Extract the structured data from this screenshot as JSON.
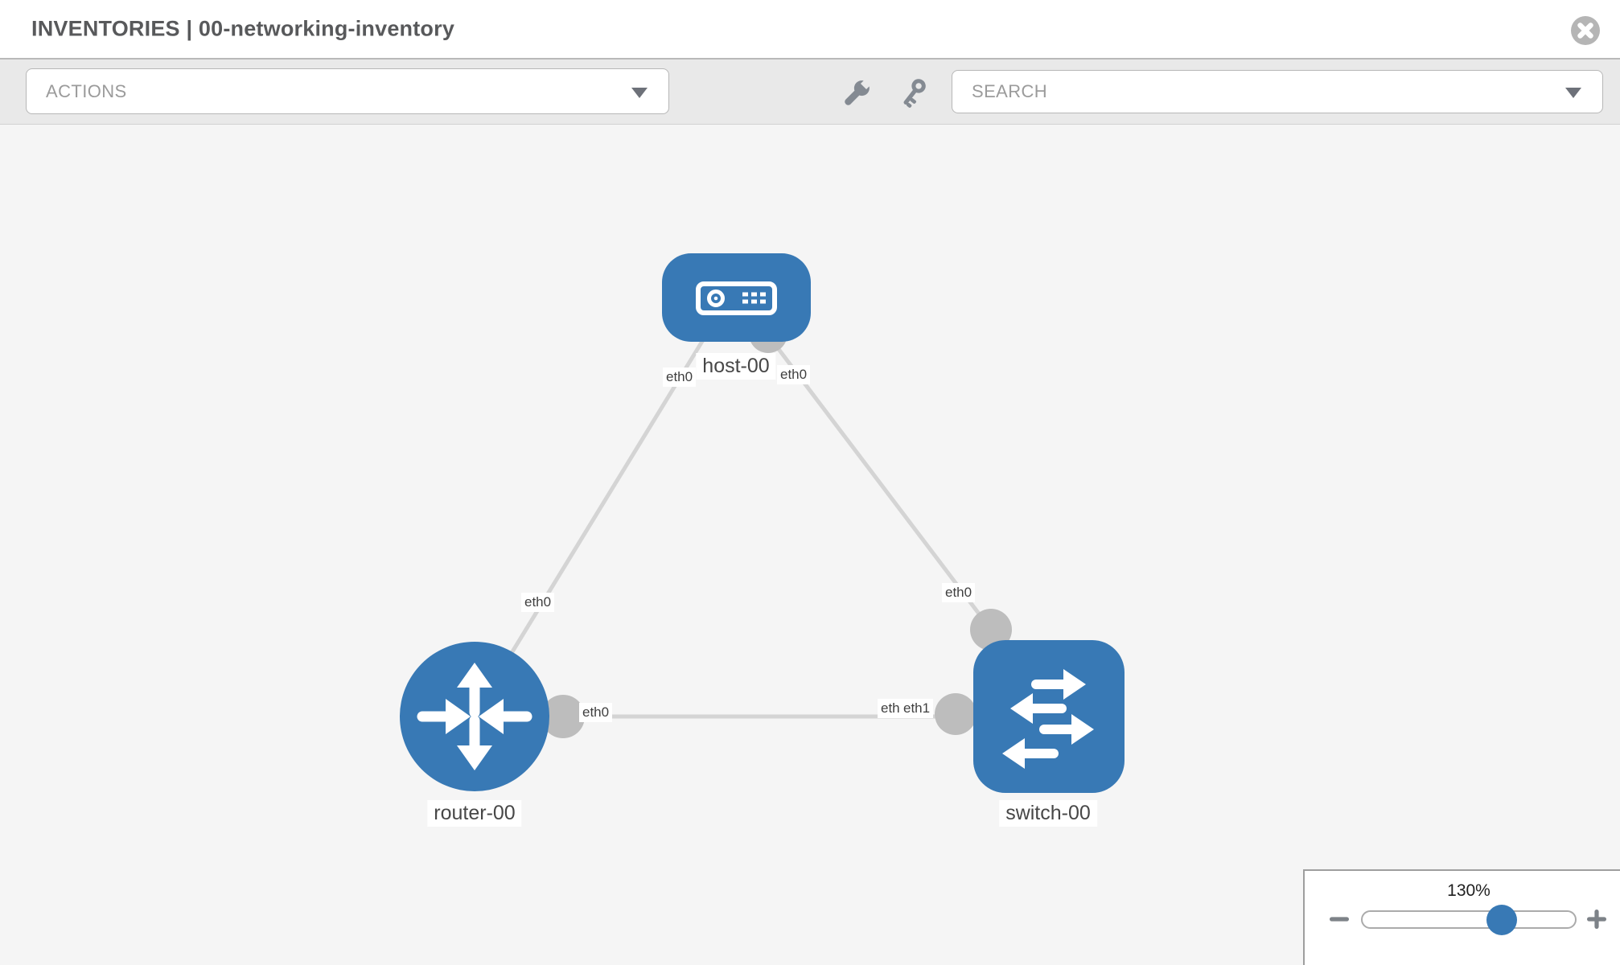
{
  "header": {
    "title": "INVENTORIES | 00-networking-inventory"
  },
  "toolbar": {
    "actions_label": "ACTIONS",
    "search_placeholder": "SEARCH"
  },
  "diagram": {
    "nodes": {
      "host": {
        "label": "host-00",
        "type": "host"
      },
      "router": {
        "label": "router-00",
        "type": "router"
      },
      "switch": {
        "label": "switch-00",
        "type": "switch"
      }
    },
    "interfaces": {
      "host_left": "eth0",
      "host_right": "eth0",
      "router_top": "eth0",
      "router_link": "eth0",
      "switch_top": "eth0",
      "switch_link_under": "eth0",
      "switch_link_over": "eth1"
    },
    "links": [
      {
        "from": "host-00",
        "to": "router-00",
        "from_interface": "eth0",
        "to_interface": "eth0"
      },
      {
        "from": "host-00",
        "to": "switch-00",
        "from_interface": "eth0",
        "to_interface": "eth0"
      },
      {
        "from": "router-00",
        "to": "switch-00",
        "from_interface": "eth0",
        "to_interface": "eth1"
      }
    ]
  },
  "zoom_control": {
    "level": "130%"
  },
  "colors": {
    "accent": "#3879b5",
    "link": "#d4d4d4",
    "connector": "#bdbdbd",
    "toolbar_bg": "#e9e9e9",
    "canvas_bg": "#f5f5f5",
    "icon_gray": "#848a92",
    "title_text": "#58595b",
    "placeholder_text": "#9b9b9b"
  }
}
